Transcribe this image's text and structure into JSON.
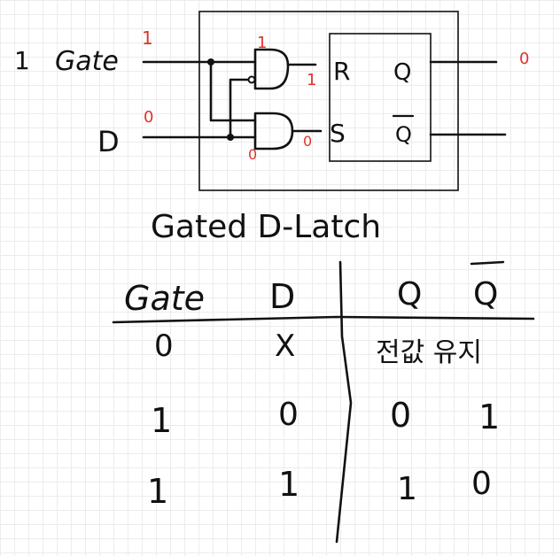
{
  "diagram": {
    "inputs": {
      "gate_label": "Gate",
      "gate_value": "1",
      "d_label": "D",
      "d_value": "0"
    },
    "latch": {
      "r_label": "R",
      "s_label": "S",
      "q_label": "Q",
      "qbar_label": "Q"
    },
    "signal_values": {
      "and_top_input": "1",
      "and_top_output": "1",
      "and_bottom_input": "0",
      "and_bottom_output": "0",
      "q_output": "0"
    },
    "title": "Gated D-Latch"
  },
  "truth_table": {
    "headers": [
      "Gate",
      "D",
      "Q",
      "Q"
    ],
    "rows": [
      [
        "0",
        "X",
        "전값 유지"
      ],
      [
        "1",
        "0",
        "0",
        "1"
      ],
      [
        "1",
        "1",
        "1",
        "0"
      ]
    ]
  },
  "colors": {
    "ink": "#111111",
    "annotation": "#e0322b",
    "grid": "#ececec"
  }
}
